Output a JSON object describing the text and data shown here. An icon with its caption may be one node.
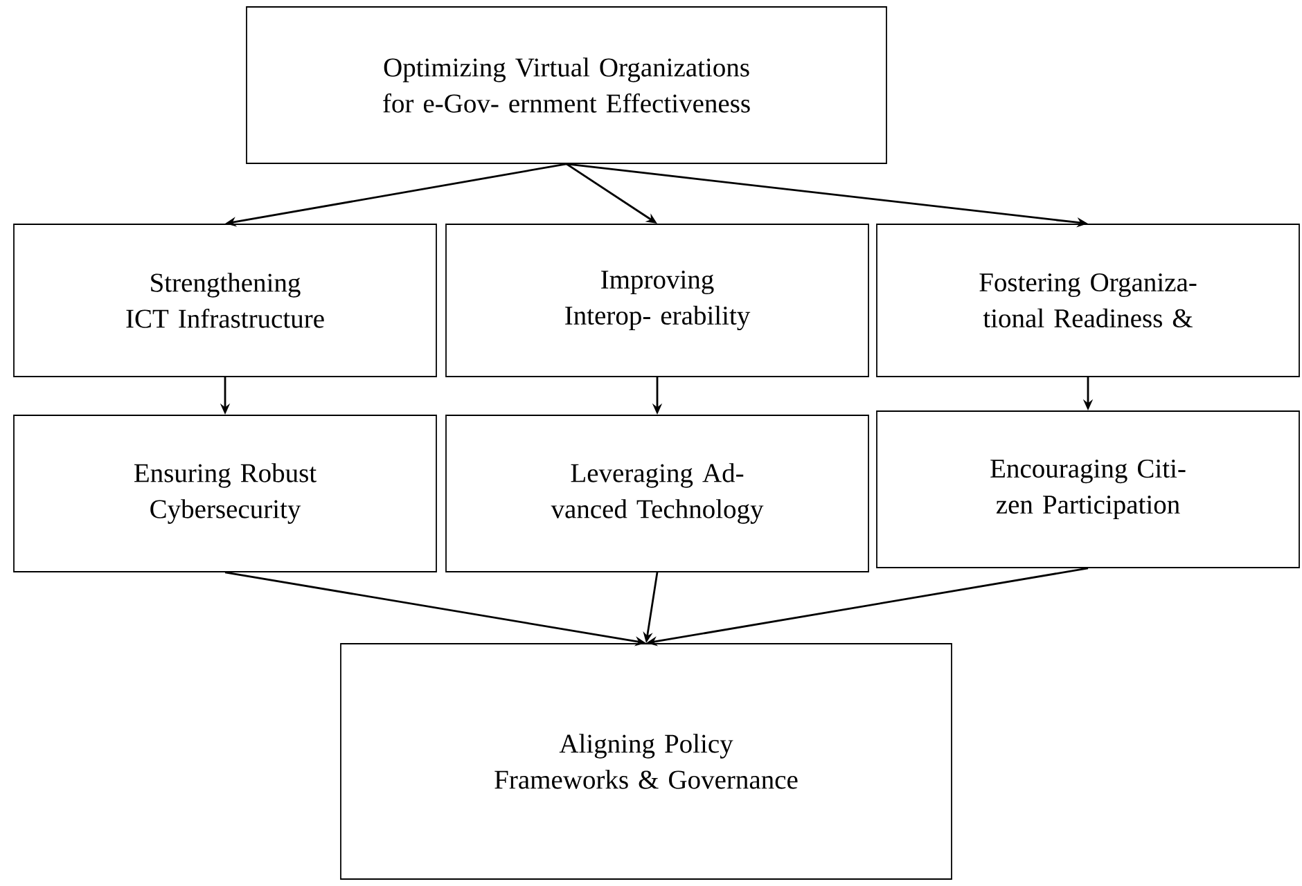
{
  "diagram": {
    "nodes": [
      {
        "text": [
          "Optimizing Virtual Organizations for e-Gov- ernment Effectiveness"
        ]
      },
      {
        "text": [
          "Strengthening ICT Infrastructure"
        ]
      },
      {
        "text": [
          "Improving Interop- erability"
        ]
      },
      {
        "text": [
          "Fostering Organiza- tional Readiness &"
        ]
      },
      {
        "text": [
          "Ensuring Robust Cybersecurity"
        ]
      },
      {
        "text": [
          "Leveraging Ad- vanced Technology"
        ]
      },
      {
        "text": [
          "Encouraging Citi- zen Participation"
        ]
      },
      {
        "text": [
          "Aligning Policy Frameworks & Governance"
        ]
      }
    ],
    "edges": [
      {
        "from": 0,
        "to": 1,
        "arrow": "to"
      },
      {
        "from": 0,
        "to": 2,
        "arrow": "to"
      },
      {
        "from": 0,
        "to": 3,
        "arrow": "to"
      },
      {
        "from": 1,
        "to": 4,
        "arrow": "to"
      },
      {
        "from": 2,
        "to": 5,
        "arrow": "to"
      },
      {
        "from": 3,
        "to": 6,
        "arrow": "to"
      },
      {
        "from": 4,
        "to": 7,
        "arrow": "to"
      },
      {
        "from": 5,
        "to": 7,
        "arrow": "to"
      },
      {
        "from": 6,
        "to": 7,
        "arrow": "to"
      }
    ]
  }
}
